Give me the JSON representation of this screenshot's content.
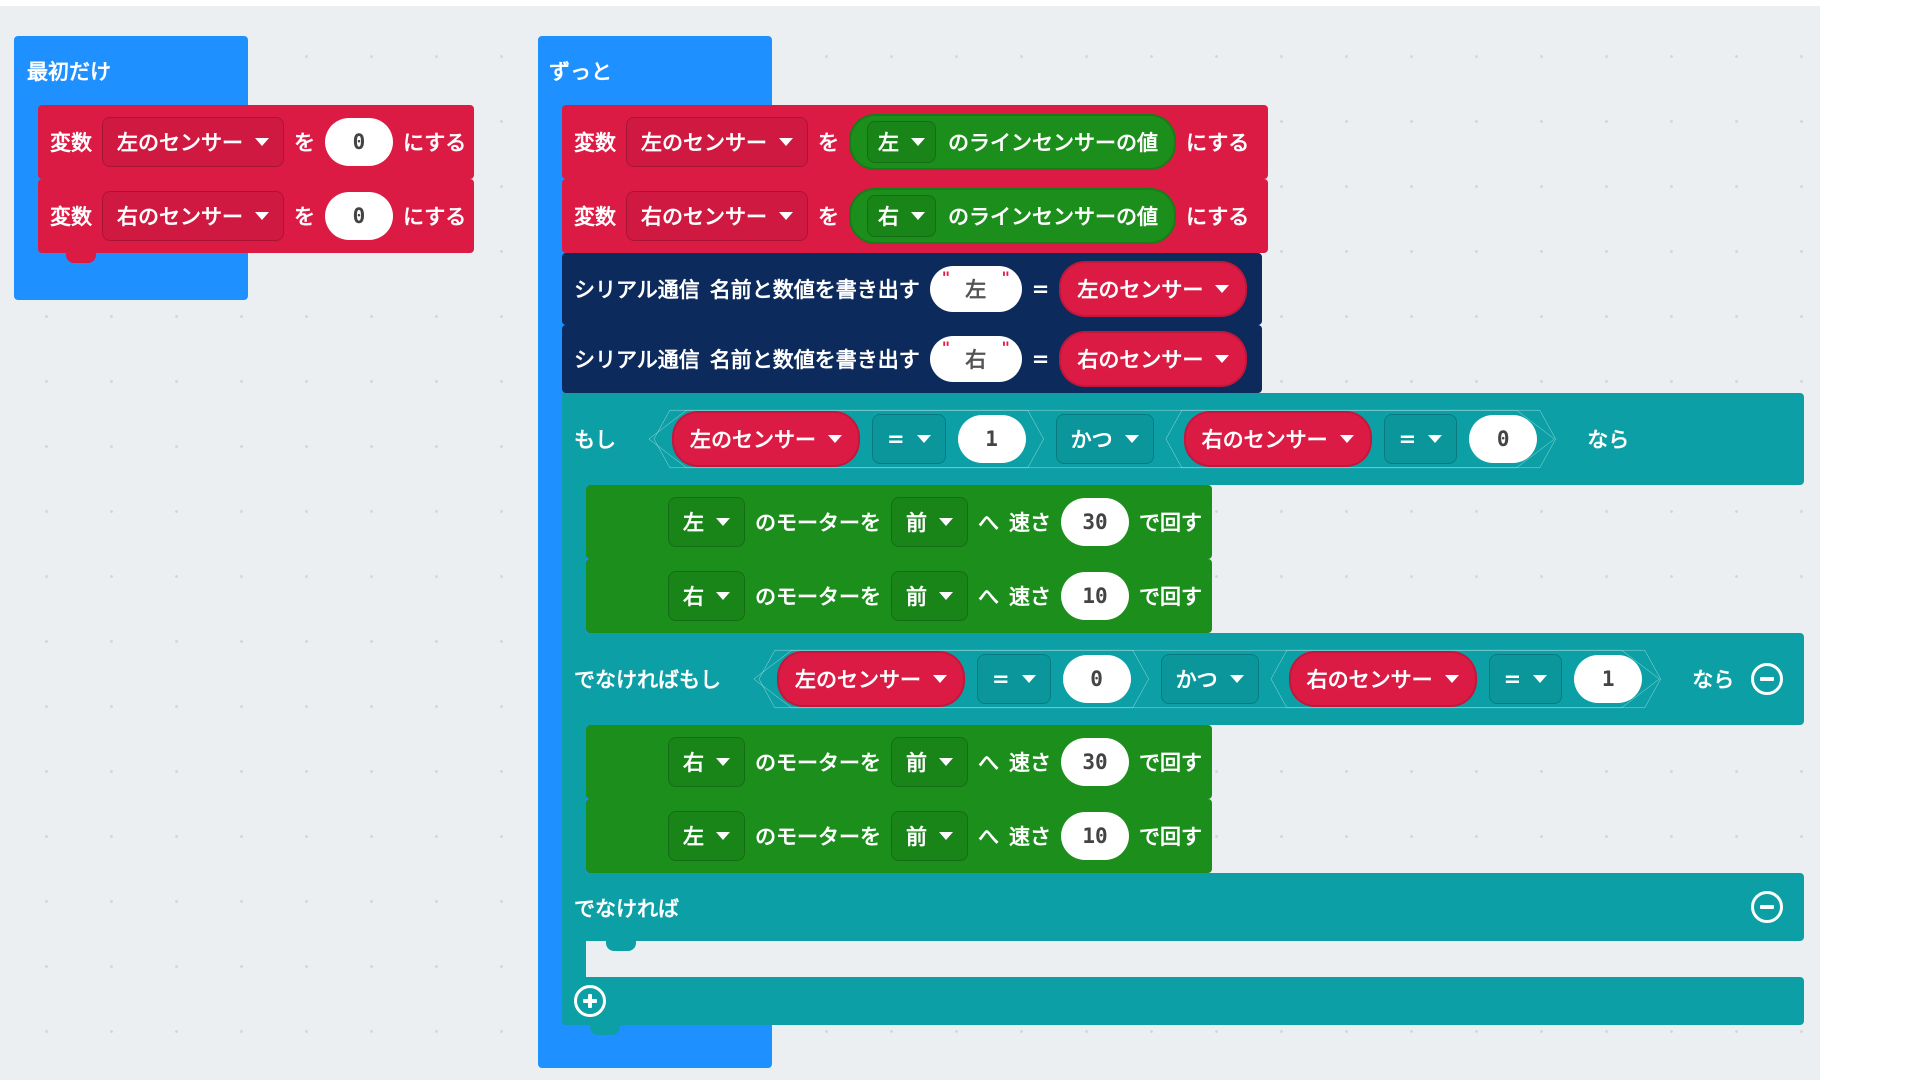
{
  "on_start": {
    "label": "最初だけ",
    "set1": {
      "var_kw": "変数",
      "var": "左のセンサー",
      "to_kw": "を",
      "value": "0",
      "suffix": "にする"
    },
    "set2": {
      "var_kw": "変数",
      "var": "右のセンサー",
      "to_kw": "を",
      "value": "0",
      "suffix": "にする"
    }
  },
  "forever": {
    "label": "ずっと",
    "set1": {
      "var_kw": "変数",
      "var": "左のセンサー",
      "to_kw": "を",
      "side": "左",
      "sensor_text": "のラインセンサーの値",
      "suffix": "にする"
    },
    "set2": {
      "var_kw": "変数",
      "var": "右のセンサー",
      "to_kw": "を",
      "side": "右",
      "sensor_text": "のラインセンサーの値",
      "suffix": "にする"
    },
    "serial1": {
      "kw": "シリアル通信",
      "text": "名前と数値を書き出す",
      "name": "左",
      "eq": "=",
      "var": "左のセンサー"
    },
    "serial2": {
      "kw": "シリアル通信",
      "text": "名前と数値を書き出す",
      "name": "右",
      "eq": "=",
      "var": "右のセンサー"
    },
    "if1": {
      "kw": "もし",
      "left_var": "左のセンサー",
      "left_op": "=",
      "left_val": "1",
      "logic": "かつ",
      "right_var": "右のセンサー",
      "right_op": "=",
      "right_val": "0",
      "then": "なら",
      "motors": [
        {
          "side": "左",
          "text": "のモーターを",
          "dir": "前",
          "to": "へ",
          "speed_kw": "速さ",
          "speed": "30",
          "suffix": "で回す"
        },
        {
          "side": "右",
          "text": "のモーターを",
          "dir": "前",
          "to": "へ",
          "speed_kw": "速さ",
          "speed": "10",
          "suffix": "で回す"
        }
      ]
    },
    "elseif": {
      "kw": "でなければもし",
      "left_var": "左のセンサー",
      "left_op": "=",
      "left_val": "0",
      "logic": "かつ",
      "right_var": "右のセンサー",
      "right_op": "=",
      "right_val": "1",
      "then": "なら",
      "motors": [
        {
          "side": "右",
          "text": "のモーターを",
          "dir": "前",
          "to": "へ",
          "speed_kw": "速さ",
          "speed": "30",
          "suffix": "で回す"
        },
        {
          "side": "左",
          "text": "のモーターを",
          "dir": "前",
          "to": "へ",
          "speed_kw": "速さ",
          "speed": "10",
          "suffix": "で回す"
        }
      ]
    },
    "else": {
      "kw": "でなければ"
    }
  },
  "colors": {
    "hat": "#1e90ff",
    "variables": "#dc1b44",
    "serial": "#0d2a5c",
    "logic": "#0ca0a6",
    "motor": "#1b8e1b",
    "workspace": "#eceff1"
  },
  "icons": [
    "caret-down-icon",
    "remove-branch-icon",
    "add-branch-icon"
  ]
}
